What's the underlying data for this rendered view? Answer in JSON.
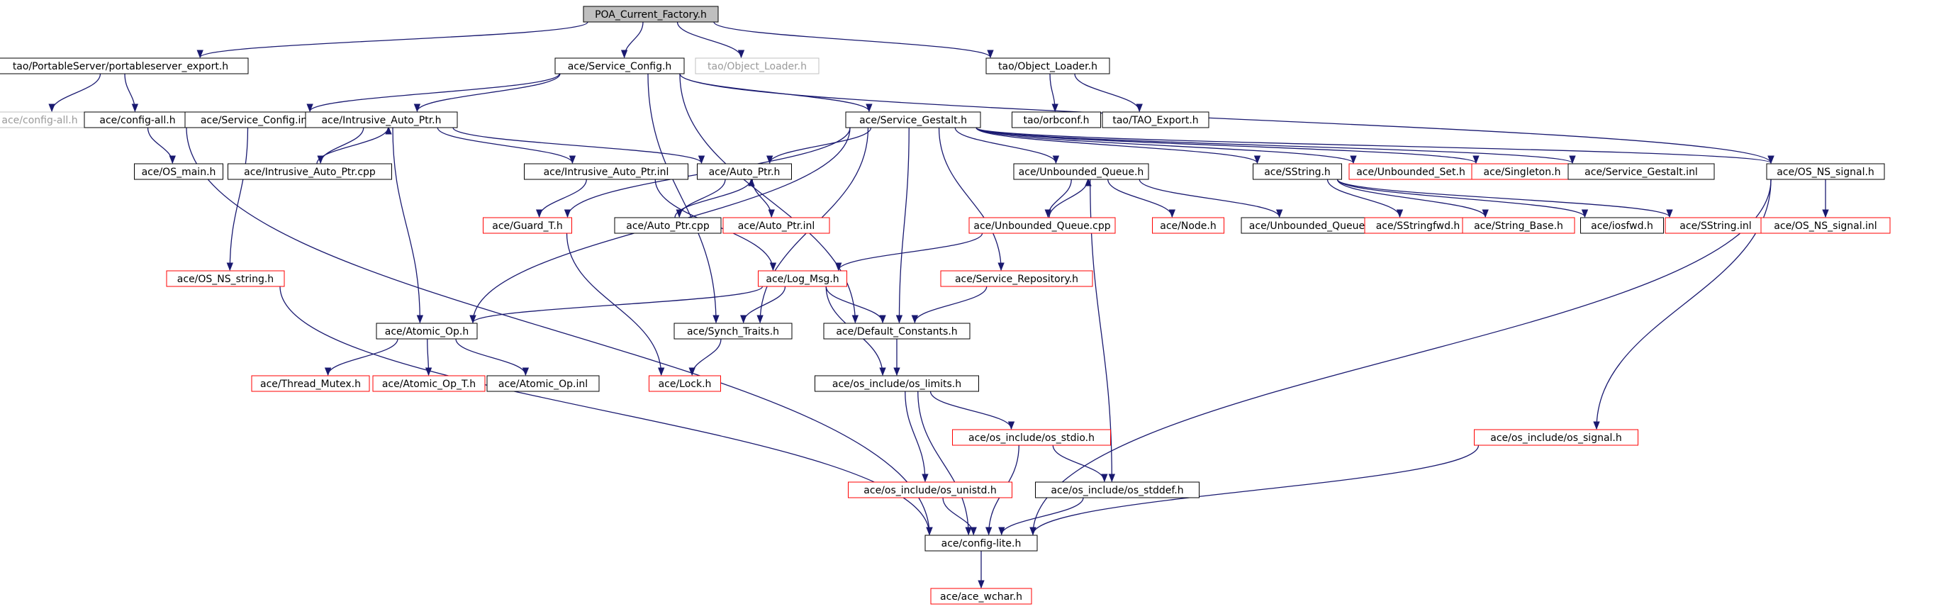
{
  "graph": {
    "nodes": [
      {
        "id": "root",
        "label": "POA_Current_Factory.h",
        "style": "root"
      },
      {
        "id": "tps_export",
        "label": "tao/PortableServer/portableserver_export.h",
        "style": "black"
      },
      {
        "id": "svc_config_h",
        "label": "ace/Service_Config.h",
        "style": "black"
      },
      {
        "id": "tao_objloader_gray",
        "label": "tao/Object_Loader.h",
        "style": "gray"
      },
      {
        "id": "tao_objloader",
        "label": "tao/Object_Loader.h",
        "style": "black"
      },
      {
        "id": "config_all_gray",
        "label": "ace/config-all.h",
        "style": "gray"
      },
      {
        "id": "config_all",
        "label": "ace/config-all.h",
        "style": "black"
      },
      {
        "id": "svc_config_inl",
        "label": "ace/Service_Config.inl",
        "style": "black"
      },
      {
        "id": "iap_h",
        "label": "ace/Intrusive_Auto_Ptr.h",
        "style": "black"
      },
      {
        "id": "svc_gestalt_h",
        "label": "ace/Service_Gestalt.h",
        "style": "black"
      },
      {
        "id": "tao_orbconf",
        "label": "tao/orbconf.h",
        "style": "black"
      },
      {
        "id": "tao_export",
        "label": "tao/TAO_Export.h",
        "style": "black"
      },
      {
        "id": "os_main",
        "label": "ace/OS_main.h",
        "style": "black"
      },
      {
        "id": "iap_cpp",
        "label": "ace/Intrusive_Auto_Ptr.cpp",
        "style": "black"
      },
      {
        "id": "iap_inl",
        "label": "ace/Intrusive_Auto_Ptr.inl",
        "style": "black"
      },
      {
        "id": "auto_ptr_h",
        "label": "ace/Auto_Ptr.h",
        "style": "black"
      },
      {
        "id": "unb_queue_h",
        "label": "ace/Unbounded_Queue.h",
        "style": "black"
      },
      {
        "id": "sstring_h",
        "label": "ace/SString.h",
        "style": "black"
      },
      {
        "id": "unb_set",
        "label": "ace/Unbounded_Set.h",
        "style": "red"
      },
      {
        "id": "singleton",
        "label": "ace/Singleton.h",
        "style": "red"
      },
      {
        "id": "svc_gestalt_inl",
        "label": "ace/Service_Gestalt.inl",
        "style": "black"
      },
      {
        "id": "os_ns_signal_h",
        "label": "ace/OS_NS_signal.h",
        "style": "black"
      },
      {
        "id": "guard_t",
        "label": "ace/Guard_T.h",
        "style": "red"
      },
      {
        "id": "auto_ptr_cpp",
        "label": "ace/Auto_Ptr.cpp",
        "style": "black"
      },
      {
        "id": "auto_ptr_inl",
        "label": "ace/Auto_Ptr.inl",
        "style": "red"
      },
      {
        "id": "unb_queue_cpp",
        "label": "ace/Unbounded_Queue.cpp",
        "style": "red"
      },
      {
        "id": "node_h",
        "label": "ace/Node.h",
        "style": "red"
      },
      {
        "id": "unb_queue_inl",
        "label": "ace/Unbounded_Queue.inl",
        "style": "black"
      },
      {
        "id": "sstringfwd",
        "label": "ace/SStringfwd.h",
        "style": "red"
      },
      {
        "id": "string_base",
        "label": "ace/String_Base.h",
        "style": "red"
      },
      {
        "id": "iosfwd",
        "label": "ace/iosfwd.h",
        "style": "black"
      },
      {
        "id": "sstring_inl",
        "label": "ace/SString.inl",
        "style": "red"
      },
      {
        "id": "os_ns_signal_inl",
        "label": "ace/OS_NS_signal.inl",
        "style": "red"
      },
      {
        "id": "os_ns_string",
        "label": "ace/OS_NS_string.h",
        "style": "red"
      },
      {
        "id": "log_msg",
        "label": "ace/Log_Msg.h",
        "style": "red"
      },
      {
        "id": "svc_repo",
        "label": "ace/Service_Repository.h",
        "style": "red"
      },
      {
        "id": "atomic_op_h",
        "label": "ace/Atomic_Op.h",
        "style": "black"
      },
      {
        "id": "synch_traits",
        "label": "ace/Synch_Traits.h",
        "style": "black"
      },
      {
        "id": "default_consts",
        "label": "ace/Default_Constants.h",
        "style": "black"
      },
      {
        "id": "thread_mutex",
        "label": "ace/Thread_Mutex.h",
        "style": "red"
      },
      {
        "id": "atomic_op_t",
        "label": "ace/Atomic_Op_T.h",
        "style": "red"
      },
      {
        "id": "atomic_op_inl",
        "label": "ace/Atomic_Op.inl",
        "style": "black"
      },
      {
        "id": "lock_h",
        "label": "ace/Lock.h",
        "style": "red"
      },
      {
        "id": "os_limits",
        "label": "ace/os_include/os_limits.h",
        "style": "black"
      },
      {
        "id": "os_stdio",
        "label": "ace/os_include/os_stdio.h",
        "style": "red"
      },
      {
        "id": "os_signal",
        "label": "ace/os_include/os_signal.h",
        "style": "red"
      },
      {
        "id": "os_unistd",
        "label": "ace/os_include/os_unistd.h",
        "style": "red"
      },
      {
        "id": "os_stddef",
        "label": "ace/os_include/os_stddef.h",
        "style": "black"
      },
      {
        "id": "config_lite",
        "label": "ace/config-lite.h",
        "style": "black"
      },
      {
        "id": "ace_wchar",
        "label": "ace/ace_wchar.h",
        "style": "red"
      }
    ],
    "edges": [
      [
        "root",
        "tps_export"
      ],
      [
        "root",
        "svc_config_h"
      ],
      [
        "root",
        "tao_objloader_gray"
      ],
      [
        "root",
        "tao_objloader"
      ],
      [
        "tps_export",
        "config_all_gray"
      ],
      [
        "tps_export",
        "config_all"
      ],
      [
        "config_all",
        "os_main"
      ],
      [
        "config_all",
        "config_lite"
      ],
      [
        "svc_config_h",
        "svc_config_inl"
      ],
      [
        "svc_config_h",
        "iap_h"
      ],
      [
        "svc_config_h",
        "svc_gestalt_h"
      ],
      [
        "svc_config_h",
        "synch_traits"
      ],
      [
        "svc_config_h",
        "default_consts"
      ],
      [
        "svc_config_h",
        "os_ns_signal_h"
      ],
      [
        "tao_objloader",
        "tao_orbconf"
      ],
      [
        "tao_objloader",
        "tao_export"
      ],
      [
        "svc_config_inl",
        "os_ns_string"
      ],
      [
        "os_ns_string",
        "config_lite"
      ],
      [
        "iap_h",
        "iap_cpp"
      ],
      [
        "iap_cpp",
        "iap_h"
      ],
      [
        "iap_h",
        "iap_inl"
      ],
      [
        "iap_h",
        "atomic_op_h"
      ],
      [
        "iap_h",
        "auto_ptr_h"
      ],
      [
        "iap_inl",
        "guard_t"
      ],
      [
        "iap_inl",
        "log_msg"
      ],
      [
        "svc_gestalt_h",
        "auto_ptr_h"
      ],
      [
        "svc_gestalt_h",
        "unb_queue_h"
      ],
      [
        "svc_gestalt_h",
        "sstring_h"
      ],
      [
        "svc_gestalt_h",
        "unb_set"
      ],
      [
        "svc_gestalt_h",
        "singleton"
      ],
      [
        "svc_gestalt_h",
        "svc_gestalt_inl"
      ],
      [
        "svc_gestalt_h",
        "os_ns_signal_h"
      ],
      [
        "svc_gestalt_h",
        "guard_t"
      ],
      [
        "svc_gestalt_h",
        "atomic_op_h"
      ],
      [
        "svc_gestalt_h",
        "synch_traits"
      ],
      [
        "svc_gestalt_h",
        "default_consts"
      ],
      [
        "svc_gestalt_h",
        "svc_repo"
      ],
      [
        "auto_ptr_h",
        "auto_ptr_cpp"
      ],
      [
        "auto_ptr_cpp",
        "auto_ptr_h"
      ],
      [
        "auto_ptr_h",
        "auto_ptr_inl"
      ],
      [
        "unb_queue_h",
        "unb_queue_cpp"
      ],
      [
        "unb_queue_cpp",
        "unb_queue_h"
      ],
      [
        "unb_queue_h",
        "node_h"
      ],
      [
        "unb_queue_h",
        "unb_queue_inl"
      ],
      [
        "unb_queue_h",
        "os_stddef"
      ],
      [
        "unb_queue_cpp",
        "log_msg"
      ],
      [
        "sstring_h",
        "sstringfwd"
      ],
      [
        "sstring_h",
        "string_base"
      ],
      [
        "sstring_h",
        "iosfwd"
      ],
      [
        "sstring_h",
        "sstring_inl"
      ],
      [
        "os_ns_signal_h",
        "os_ns_signal_inl"
      ],
      [
        "os_ns_signal_h",
        "os_signal"
      ],
      [
        "os_ns_signal_h",
        "config_lite"
      ],
      [
        "guard_t",
        "lock_h"
      ],
      [
        "log_msg",
        "atomic_op_h"
      ],
      [
        "log_msg",
        "synch_traits"
      ],
      [
        "log_msg",
        "default_consts"
      ],
      [
        "log_msg",
        "os_limits"
      ],
      [
        "svc_repo",
        "default_consts"
      ],
      [
        "atomic_op_h",
        "thread_mutex"
      ],
      [
        "atomic_op_h",
        "atomic_op_t"
      ],
      [
        "atomic_op_h",
        "atomic_op_inl"
      ],
      [
        "synch_traits",
        "lock_h"
      ],
      [
        "default_consts",
        "os_limits"
      ],
      [
        "os_limits",
        "os_stdio"
      ],
      [
        "os_limits",
        "os_unistd"
      ],
      [
        "os_limits",
        "config_lite"
      ],
      [
        "os_stdio",
        "os_stddef"
      ],
      [
        "os_stdio",
        "config_lite"
      ],
      [
        "os_unistd",
        "config_lite"
      ],
      [
        "os_stddef",
        "config_lite"
      ],
      [
        "os_signal",
        "config_lite"
      ],
      [
        "config_lite",
        "ace_wchar"
      ]
    ]
  }
}
